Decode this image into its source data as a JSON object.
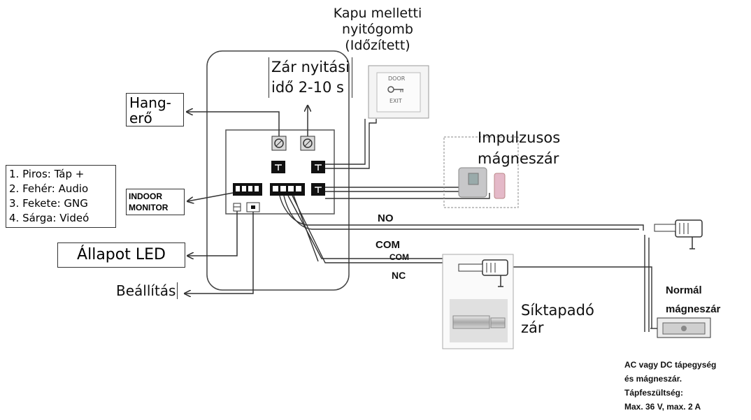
{
  "labels": {
    "exit_button_title": [
      "Kapu melletti",
      "nyitógomb",
      "(Időzített)"
    ],
    "lock_time": [
      "Zár nyitási",
      "idő 2-10 s"
    ],
    "volume": [
      "Hang-",
      "erő"
    ],
    "wires": [
      "1. Piros: Táp +",
      "2. Fehér: Audio",
      "3. Fekete: GNG",
      "4. Sárga: Videó"
    ],
    "indoor_monitor": [
      "INDOOR",
      "MONITOR"
    ],
    "status_led": "Állapot LED",
    "settings": "Beállítás",
    "pulse_lock": [
      "Impulzusos",
      "mágneszár"
    ],
    "no": "NO",
    "com": "COM",
    "com_small": "COM",
    "nc": "NC",
    "flat_lock": [
      "Síktapadó",
      "zár"
    ],
    "normal_lock": [
      "Normál",
      "mágneszár"
    ],
    "power_note": [
      "AC vagy DC tápegység",
      "és mágneszár.",
      "Tápfeszültség:",
      "Max. 36 V, max. 2 A"
    ],
    "exit_plate": {
      "top": "DOOR",
      "bottom": "EXIT"
    }
  },
  "colors": {
    "line": "#333333",
    "board": "#555555"
  }
}
